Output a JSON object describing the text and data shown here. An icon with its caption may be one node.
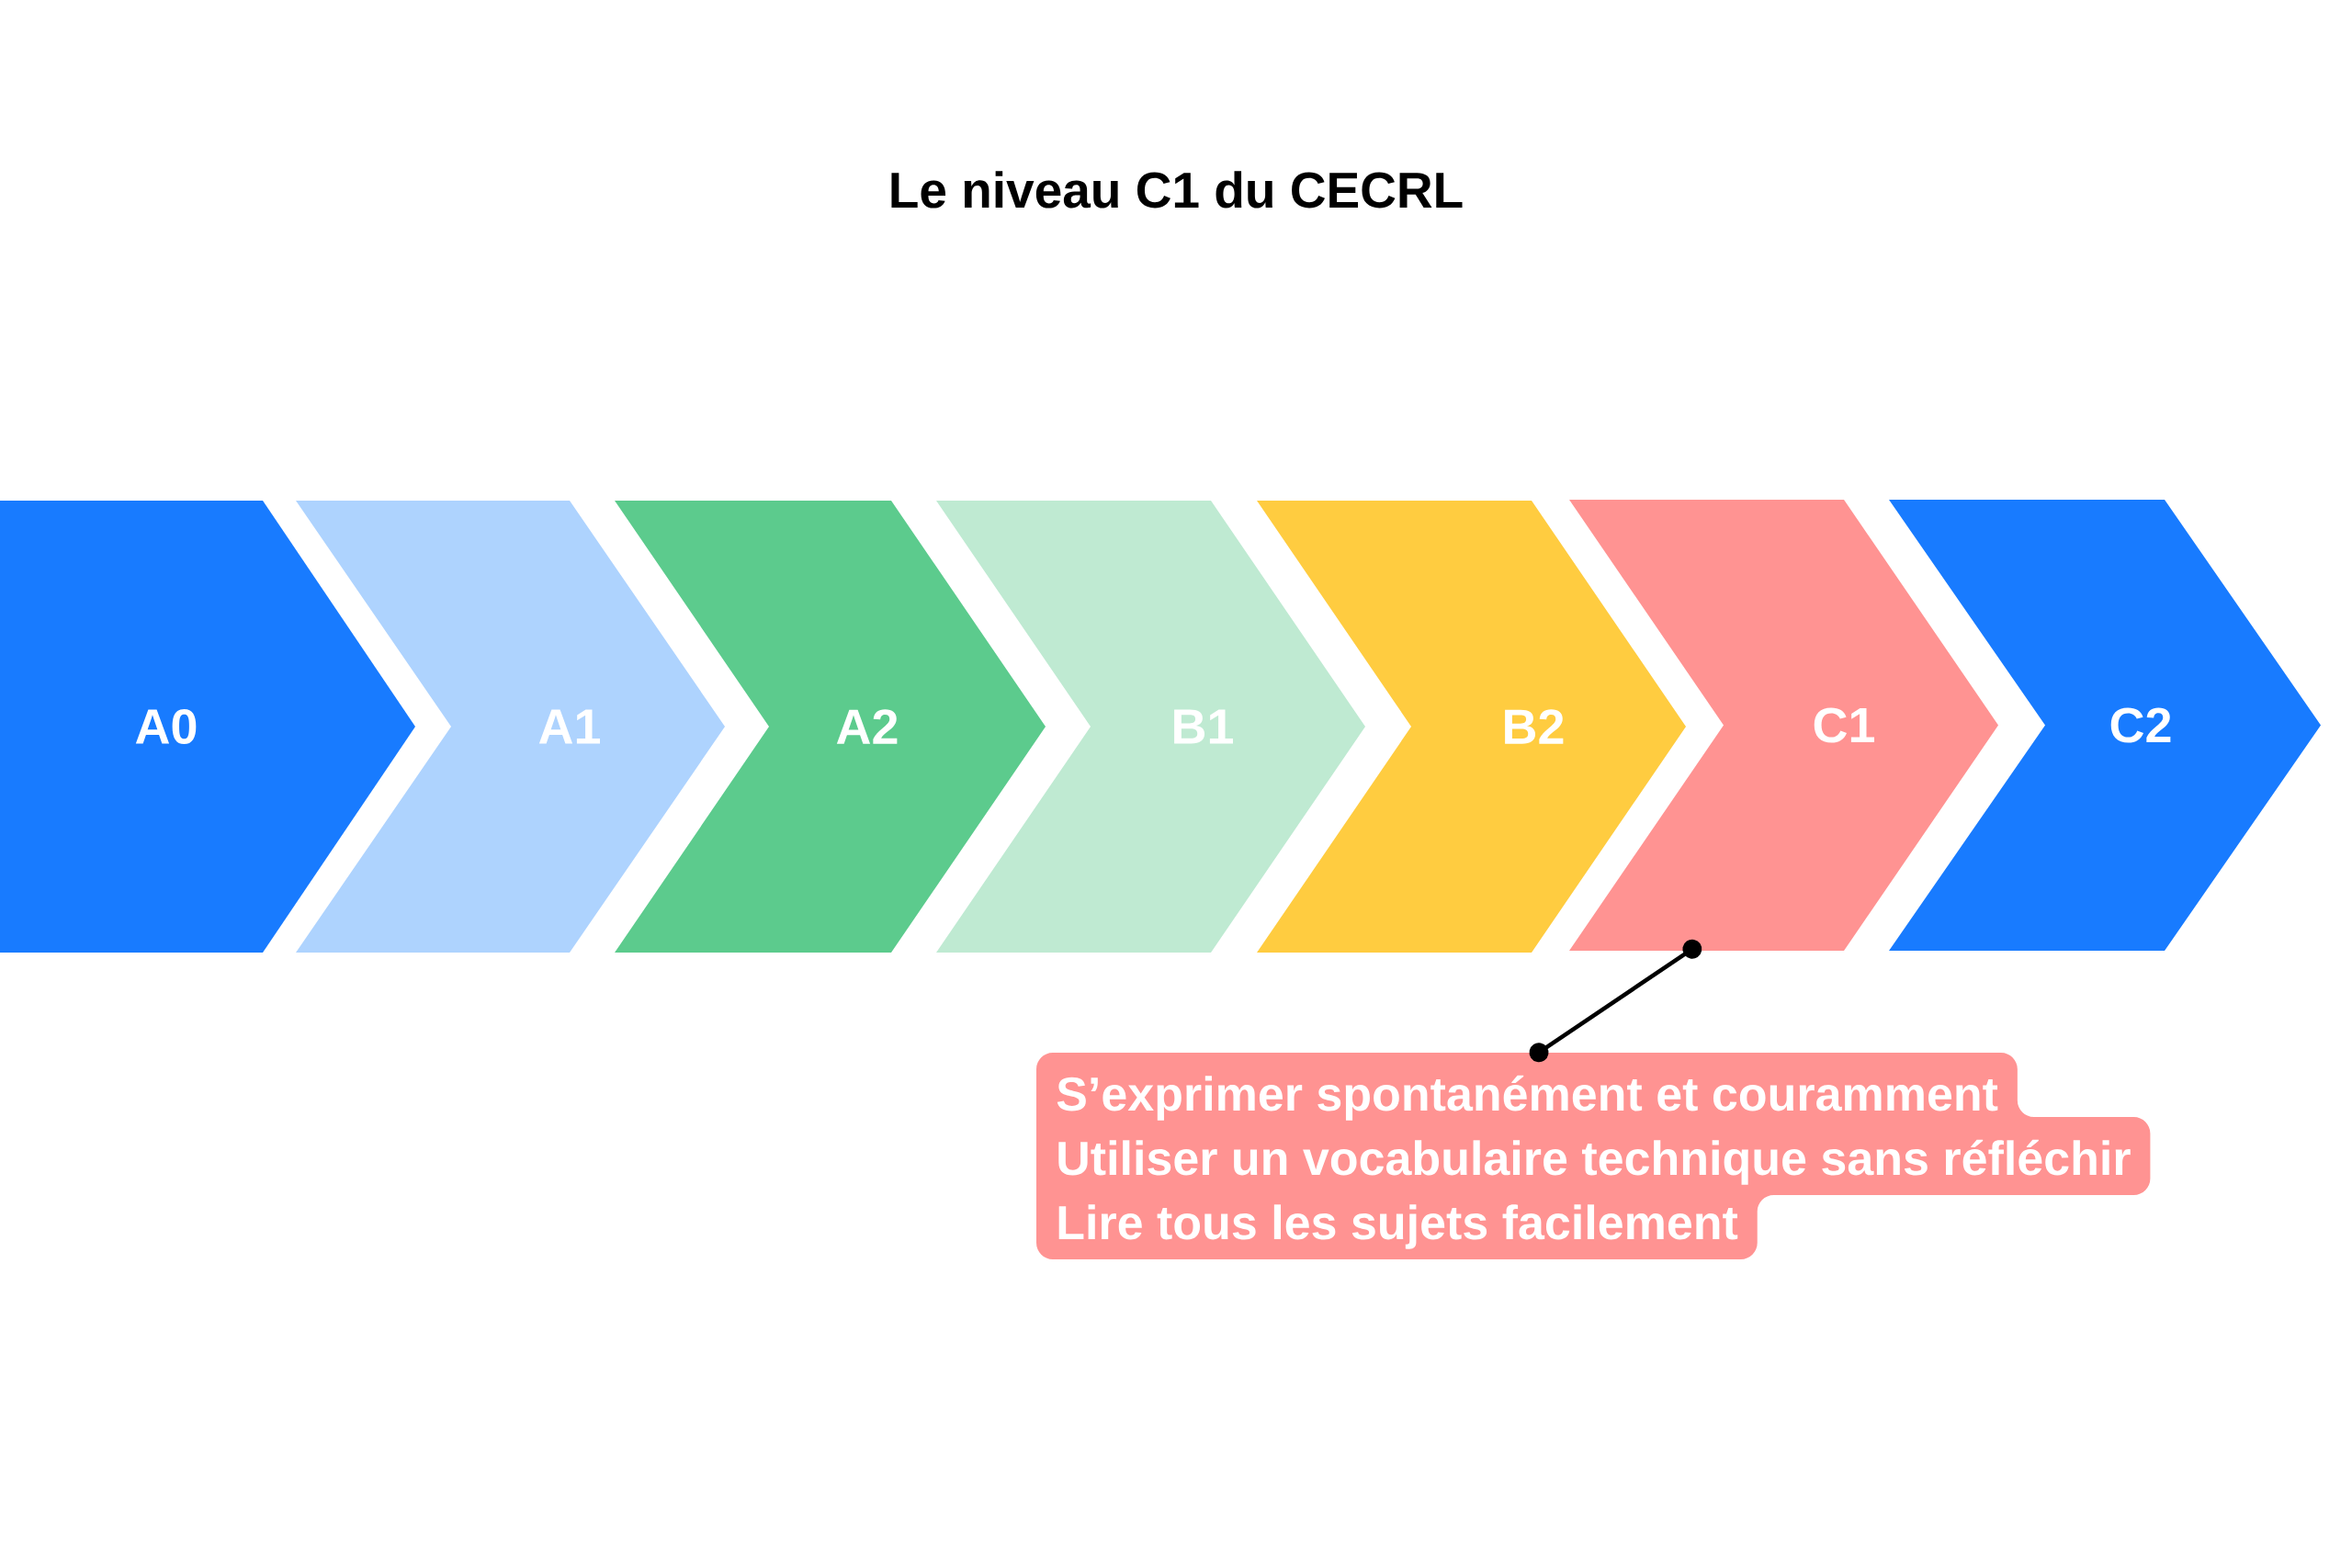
{
  "diagram": {
    "title": "Le niveau C1 du CECRL",
    "nodes": [
      {
        "text": [
          "A0"
        ]
      },
      {
        "text": [
          "A1"
        ]
      },
      {
        "text": [
          "A2"
        ]
      },
      {
        "text": [
          "B1"
        ]
      },
      {
        "text": [
          "B2"
        ]
      },
      {
        "text": [
          "C1"
        ]
      },
      {
        "text": [
          "C2"
        ]
      },
      {
        "text": [
          "S’exprimer spontanément et couramment",
          "Utiliser un vocabulaire technique sans réfléchir",
          "Lire tous les sujets facilement"
        ]
      }
    ],
    "edges": [
      {
        "from": 7,
        "to": 5,
        "arrow": "other"
      }
    ]
  }
}
